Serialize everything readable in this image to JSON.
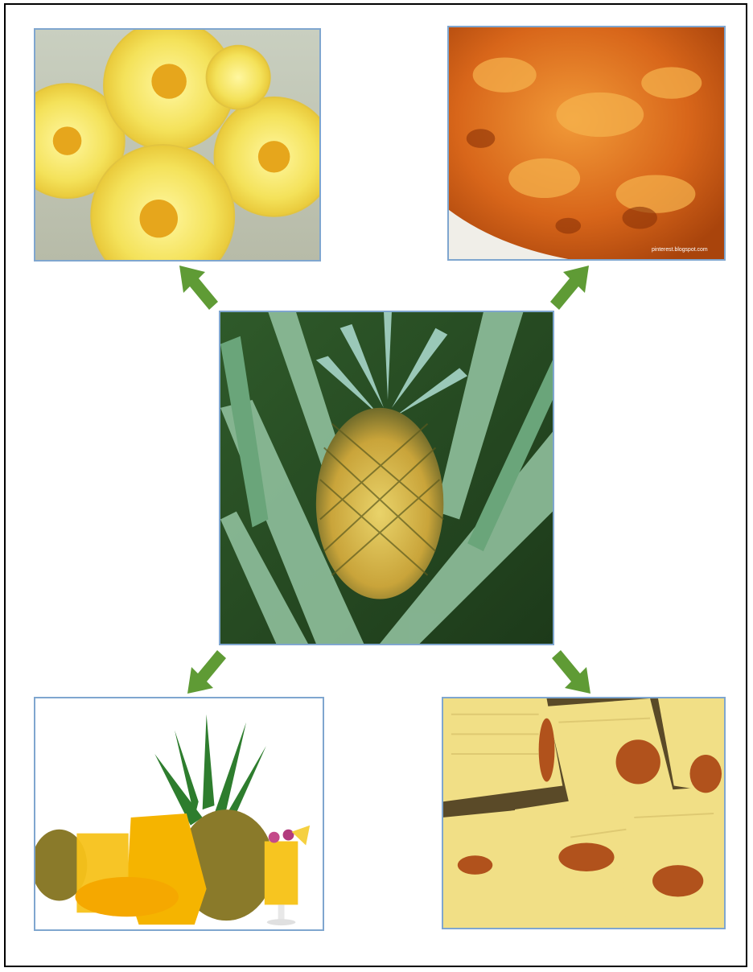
{
  "diagram": {
    "center": {
      "subject": "pineapple plant"
    },
    "products": [
      {
        "subject": "pineapple rings"
      },
      {
        "subject": "pineapple jam",
        "watermark": "pinterest.blogspot.com"
      },
      {
        "subject": "pineapple juice"
      },
      {
        "subject": "pineapple tarts"
      }
    ]
  },
  "colors": {
    "arrow": "#5f9b35",
    "photo_border": "#7fa6cf",
    "page_border": "#000000"
  },
  "icons": {
    "arrow_top_left": "arrow-up-left-icon",
    "arrow_top_right": "arrow-up-right-icon",
    "arrow_bottom_left": "arrow-down-left-icon",
    "arrow_bottom_right": "arrow-down-right-icon"
  }
}
